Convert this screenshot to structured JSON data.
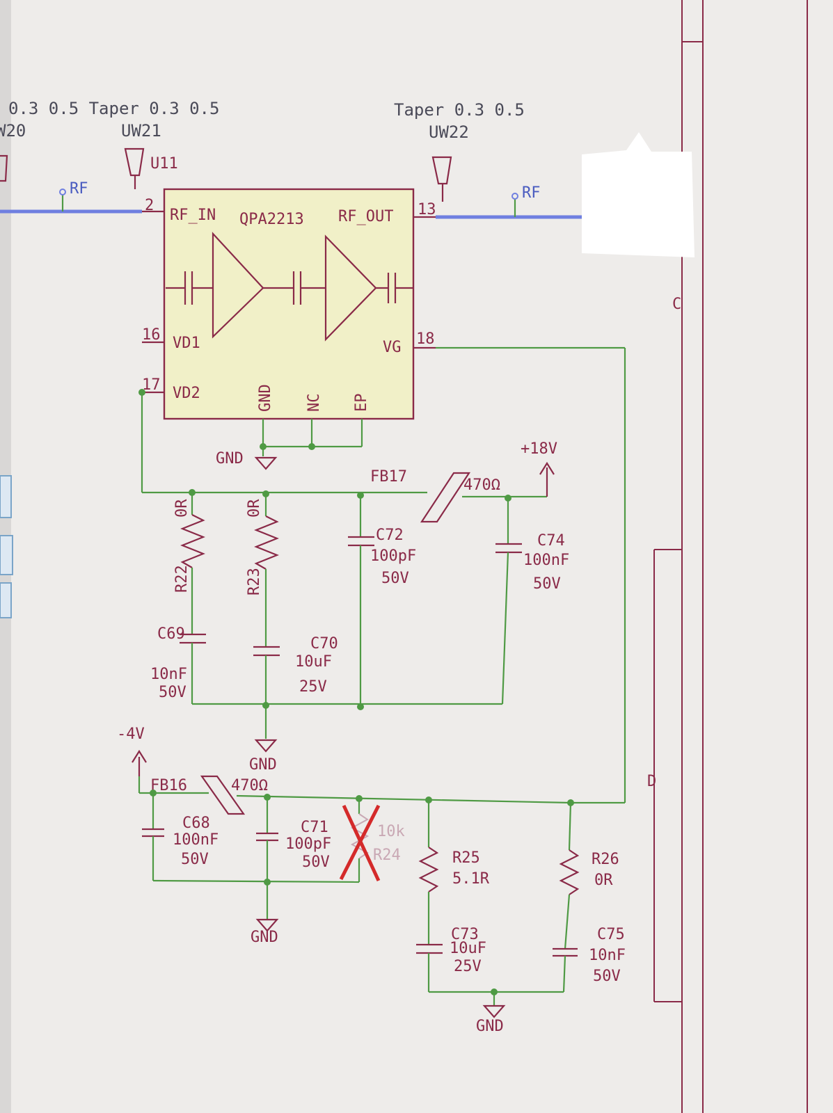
{
  "header": {
    "taper_left": "0.3 0.5 Taper 0.3 0.5",
    "taper_right": "Taper 0.3 0.5",
    "uw20": "W20",
    "uw21": "UW21",
    "uw22": "UW22"
  },
  "nets": {
    "rf_left": "RF",
    "rf_right": "RF"
  },
  "ic": {
    "ref": "U11",
    "part": "QPA2213",
    "rf_in": "RF_IN",
    "rf_out": "RF_OUT",
    "vd1": "VD1",
    "vd2": "VD2",
    "vg": "VG",
    "gnd": "GND",
    "nc": "NC",
    "ep": "EP",
    "pin_rf_in": "2",
    "pin_rf_out": "13",
    "pin_vd1": "16",
    "pin_vd2": "17",
    "pin_vg": "18"
  },
  "power": {
    "plus18": "+18V",
    "minus4": "-4V",
    "gnd": "GND"
  },
  "components": {
    "fb17": {
      "ref": "FB17",
      "value": "470Ω"
    },
    "fb16": {
      "ref": "FB16",
      "value": "470Ω"
    },
    "r22": {
      "ref": "R22",
      "value": "0R"
    },
    "r23": {
      "ref": "R23",
      "value": "0R"
    },
    "r24": {
      "ref": "R24",
      "value": "10k"
    },
    "r25": {
      "ref": "R25",
      "value": "5.1R"
    },
    "r26": {
      "ref": "R26",
      "value": "0R"
    },
    "c68": {
      "ref": "C68",
      "value": "100nF",
      "voltage": "50V"
    },
    "c69": {
      "ref": "C69",
      "value": "10nF",
      "voltage": "50V"
    },
    "c70": {
      "ref": "C70",
      "value": "10uF",
      "voltage": "25V"
    },
    "c71": {
      "ref": "C71",
      "value": "100pF",
      "voltage": "50V"
    },
    "c72": {
      "ref": "C72",
      "value": "100pF",
      "voltage": "50V"
    },
    "c73": {
      "ref": "C73",
      "value": "10uF",
      "voltage": "25V"
    },
    "c74": {
      "ref": "C74",
      "value": "100nF",
      "voltage": "50V"
    },
    "c75": {
      "ref": "C75",
      "value": "10nF",
      "voltage": "50V"
    }
  },
  "frame": {
    "zone_c": "C",
    "zone_d": "D"
  },
  "colors": {
    "wire": "#4f9a44",
    "symbol": "#8a2a48",
    "ic_fill": "#f1f0c8",
    "rf_bus": "#6f7fe0",
    "dnp_mark": "#d42a2a"
  }
}
